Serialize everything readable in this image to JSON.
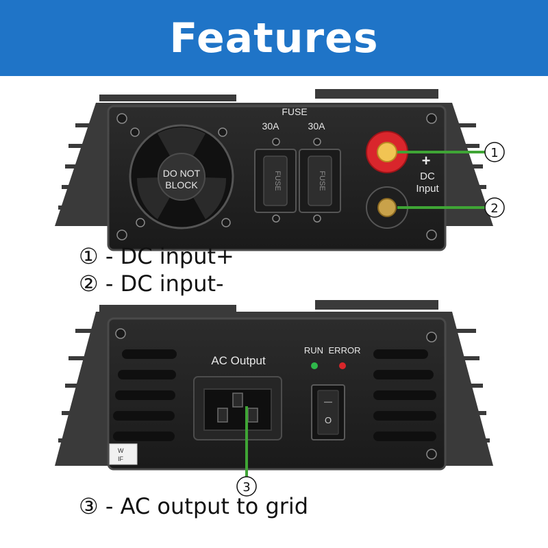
{
  "header": {
    "title": "Features"
  },
  "top_unit": {
    "fuse_label": "FUSE",
    "fuse_left_rating": "30A",
    "fuse_right_rating": "30A",
    "fan_line1": "DO NOT",
    "fan_line2": "BLOCK",
    "dc_line1": "DC",
    "dc_line2": "Input",
    "plus_sign": "+",
    "fuse_body_text": "FUSE"
  },
  "bottom_unit": {
    "ac_output_label": "AC Output",
    "run_label": "RUN",
    "error_label": "ERROR",
    "switch_on_mark": "—",
    "switch_off_mark": "O",
    "sticker_line1": "W",
    "sticker_line2": "IF",
    "run_led_color": "#2fb84a",
    "error_led_color": "#d8262a"
  },
  "callouts": {
    "c1": "①",
    "c2": "②",
    "c3": "③",
    "line_color": "#3fa535"
  },
  "captions": {
    "cap1": "① - DC input+",
    "cap2": "② - DC input-",
    "cap3": "③ - AC output to grid"
  }
}
